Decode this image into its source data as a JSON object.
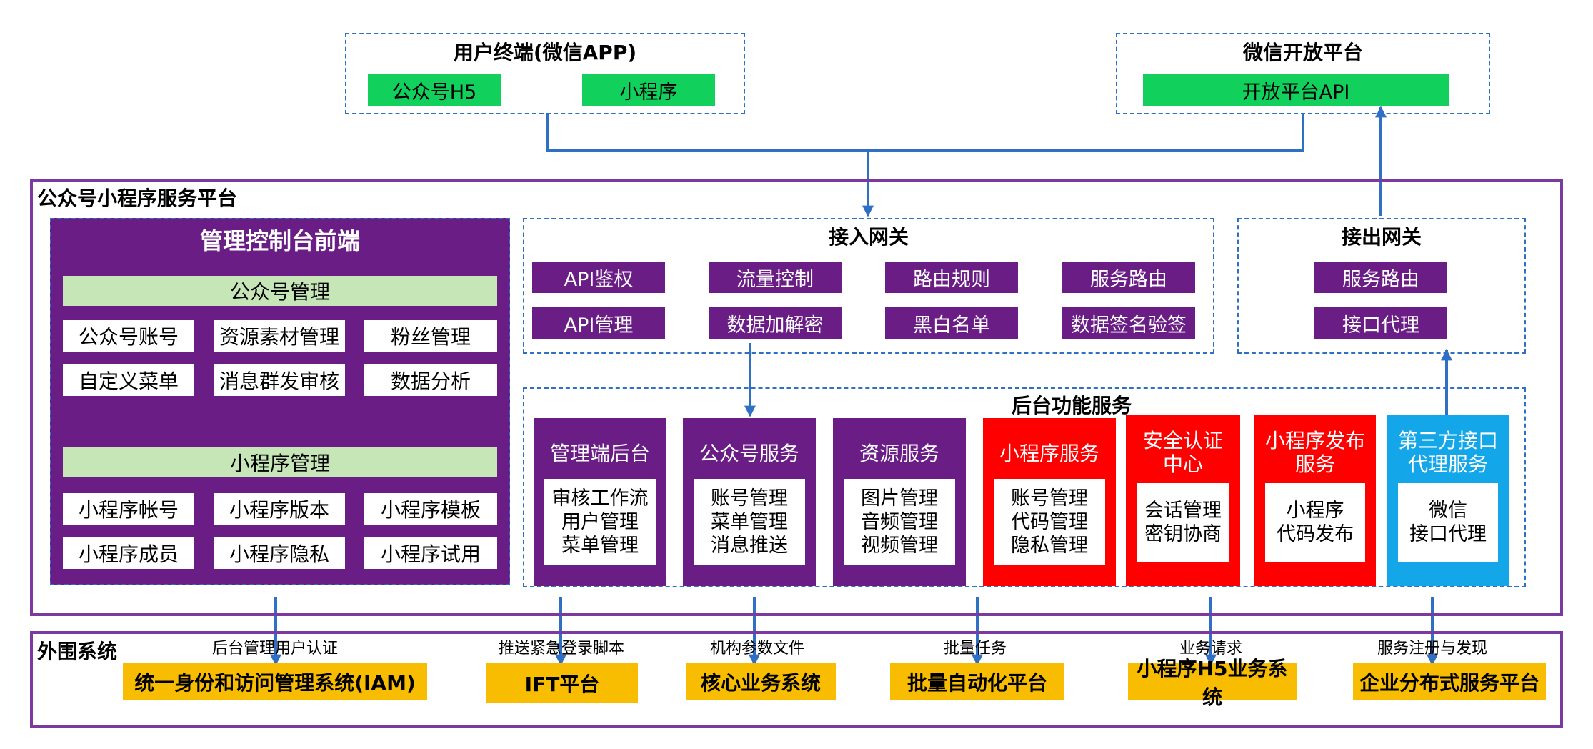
{
  "user_terminal": {
    "title": "用户终端(微信APP)",
    "items": [
      "公众号H5",
      "小程序"
    ]
  },
  "wechat_open": {
    "title": "微信开放平台",
    "api": "开放平台API"
  },
  "platform": {
    "title": "公众号小程序服务平台"
  },
  "console": {
    "title": "管理控制台前端",
    "oa": {
      "title": "公众号管理",
      "items": [
        "公众号账号",
        "资源素材管理",
        "粉丝管理",
        "自定义菜单",
        "消息群发审核",
        "数据分析"
      ]
    },
    "mp": {
      "title": "小程序管理",
      "items": [
        "小程序帐号",
        "小程序版本",
        "小程序模板",
        "小程序成员",
        "小程序隐私",
        "小程序试用"
      ]
    }
  },
  "ingress": {
    "title": "接入网关",
    "items": [
      "API鉴权",
      "流量控制",
      "路由规则",
      "服务路由",
      "API管理",
      "数据加解密",
      "黑白名单",
      "数据签名验签"
    ]
  },
  "egress": {
    "title": "接出网关",
    "items": [
      "服务路由",
      "接口代理"
    ]
  },
  "backend": {
    "title": "后台功能服务",
    "services": [
      {
        "title": "管理端后台",
        "lines": [
          "审核工作流",
          "用户管理",
          "菜单管理"
        ]
      },
      {
        "title": "公众号服务",
        "lines": [
          "账号管理",
          "菜单管理",
          "消息推送"
        ]
      },
      {
        "title": "资源服务",
        "lines": [
          "图片管理",
          "音频管理",
          "视频管理"
        ]
      },
      {
        "title": "小程序服务",
        "lines": [
          "账号管理",
          "代码管理",
          "隐私管理"
        ]
      },
      {
        "title": "安全认证中心",
        "title_lines": [
          "安全认证",
          "中心"
        ],
        "lines": [
          "会话管理",
          "密钥协商"
        ]
      },
      {
        "title": "小程序发布服务",
        "title_lines": [
          "小程序发布",
          "服务"
        ],
        "lines": [
          "小程序",
          "代码发布"
        ]
      },
      {
        "title": "第三方接口代理服务",
        "title_lines": [
          "第三方接口",
          "代理服务"
        ],
        "lines": [
          "微信",
          "接口代理"
        ]
      }
    ]
  },
  "external": {
    "title": "外围系统",
    "links": [
      "后台管理用户认证",
      "推送紧急登录脚本",
      "机构参数文件",
      "批量任务",
      "业务请求",
      "服务注册与发现"
    ],
    "systems": [
      "统一身份和访问管理系统(IAM)",
      "IFT平台",
      "核心业务系统",
      "批量自动化平台",
      "小程序H5业务系统",
      "企业分布式服务平台"
    ]
  },
  "colors": {
    "purple": "#6b1d86",
    "green": "#11d15c",
    "light_green": "#c7e6b8",
    "red": "#ff0000",
    "blue": "#13a7ea",
    "yellow": "#f8bd00",
    "arrow": "#2f6fc4"
  }
}
